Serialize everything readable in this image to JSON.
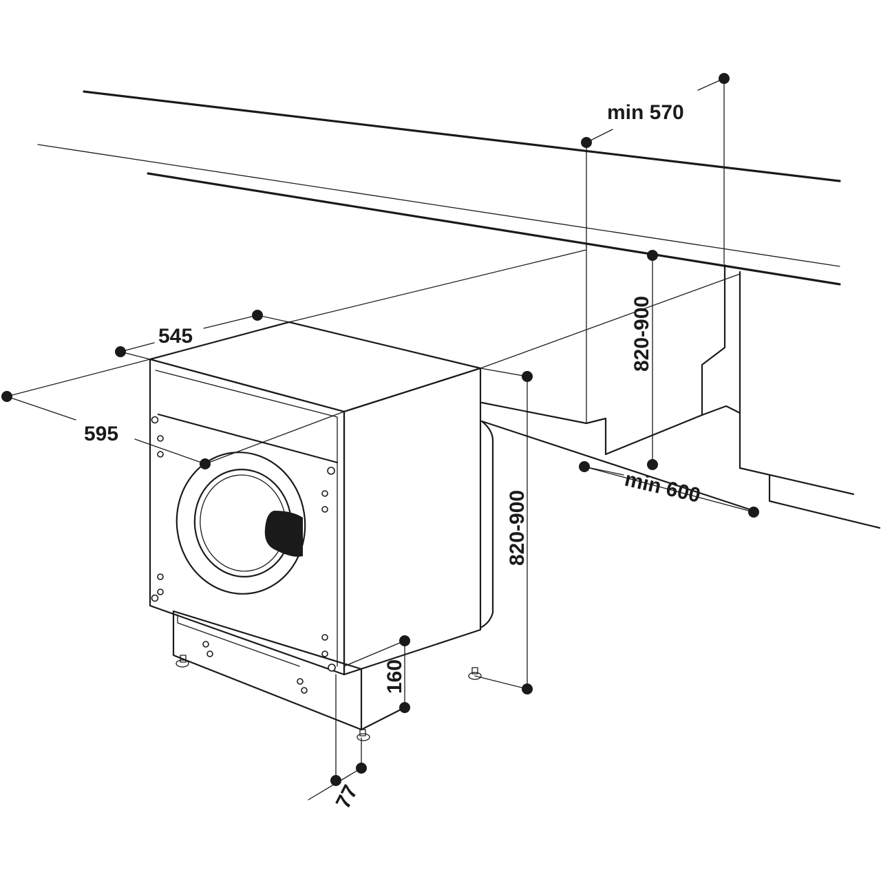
{
  "dimensions": {
    "wall_depth_min": "min 570",
    "recess_width_min": "min 600",
    "recess_height": "820-900",
    "machine_depth": "545",
    "machine_width": "595",
    "machine_height": "820-900",
    "plinth_height": "160",
    "plinth_setback": "77"
  },
  "colors": {
    "ink": "#1a1a1a",
    "background": "#ffffff"
  }
}
